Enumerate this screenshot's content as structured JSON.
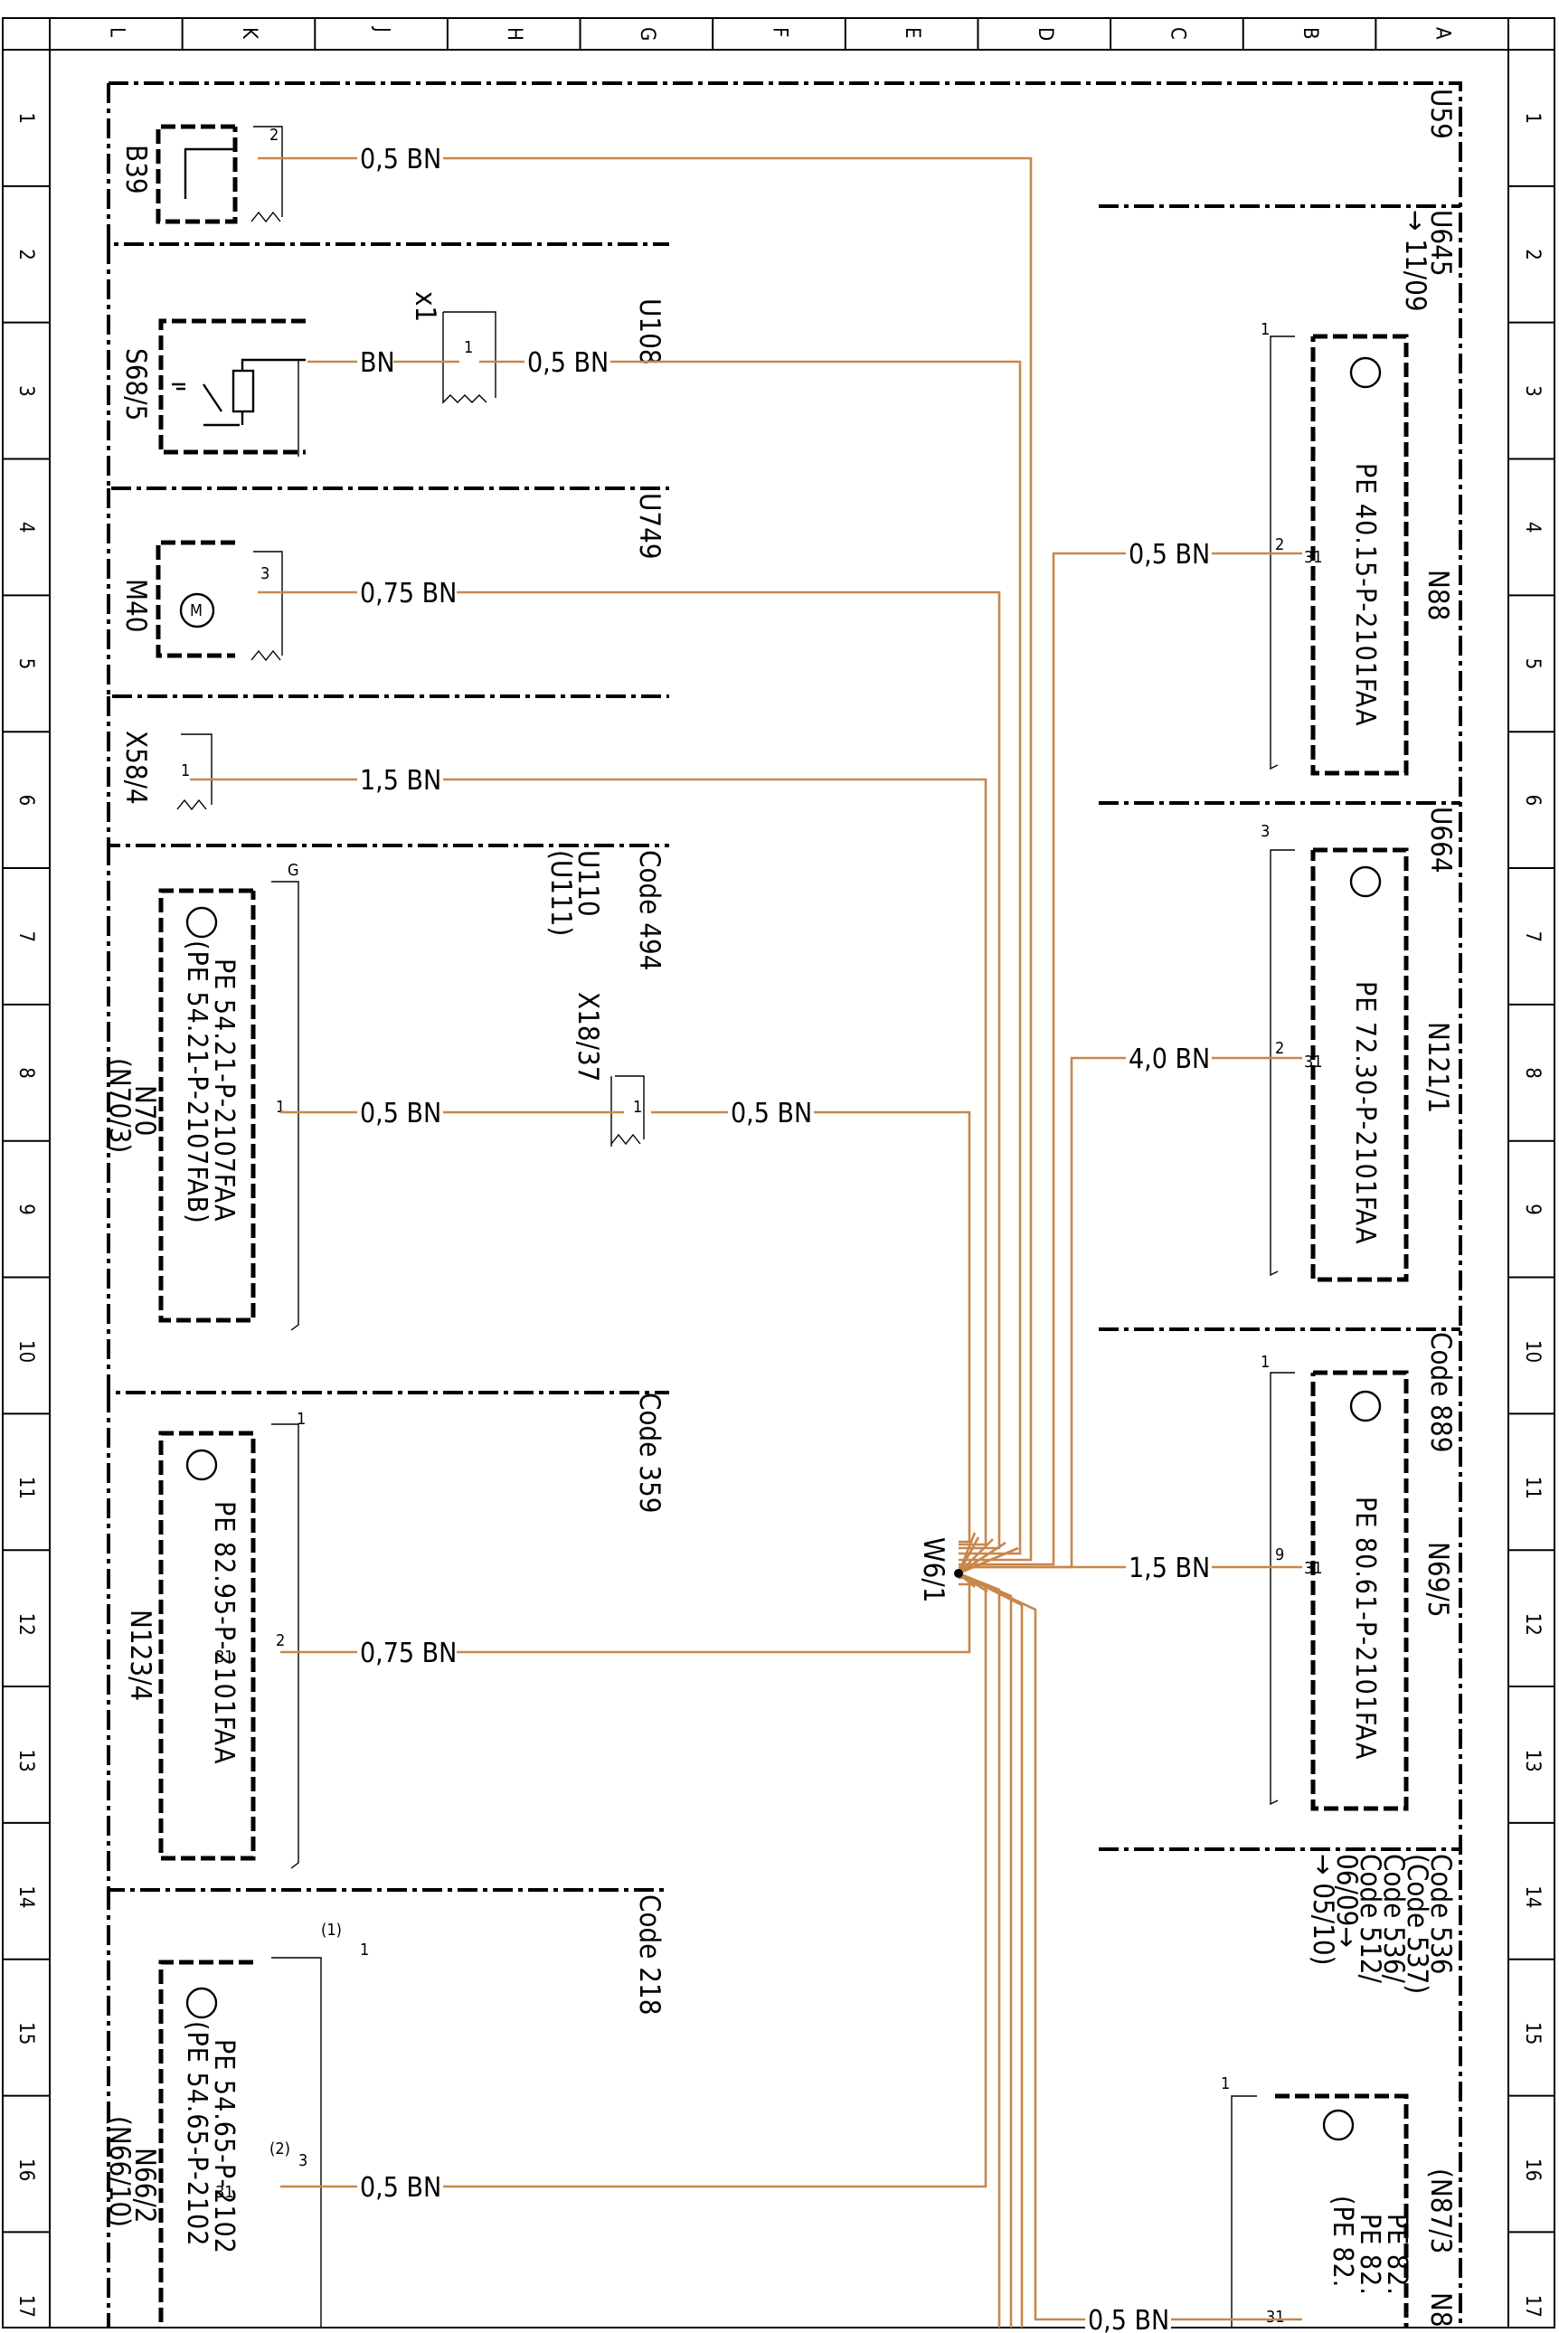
{
  "frame": {
    "column_letters": [
      "L",
      "K",
      "J",
      "H",
      "G",
      "F",
      "E",
      "D",
      "C",
      "B",
      "A"
    ],
    "row_numbers": [
      "1",
      "2",
      "3",
      "4",
      "5",
      "6",
      "7",
      "8",
      "9",
      "10",
      "11",
      "12",
      "13",
      "14",
      "15",
      "16",
      "17"
    ]
  },
  "connector": {
    "label": "W6/1"
  },
  "left_sections": [
    {
      "header": "U59",
      "component": "B39",
      "pin": "2",
      "wire": "0,5 BN"
    },
    {
      "header": "U108",
      "component": "S68/5",
      "wire_a": "BN",
      "connector": "x1",
      "connector_pin": "1",
      "wire": "0,5 BN"
    },
    {
      "header": "U749",
      "component": "M40",
      "pin": "3",
      "wire": "0,75 BN",
      "motor_symbol": "M"
    },
    {
      "component": "X58/4",
      "pin": "1",
      "wire": "1,5 BN"
    },
    {
      "header": "Code 494",
      "sub_a": "U110",
      "sub_b": "(U111)",
      "component": "N70",
      "component_alt": "(N70/3)",
      "ref_a": "PE 54.21-P-2107FAA",
      "ref_b": "(PE 54.21-P-2107FAB)",
      "pin": "1",
      "pin_label": "G",
      "wire": "0,5 BN",
      "connector": "X18/37",
      "connector_pin": "1",
      "wire_b": "0,5 BN"
    },
    {
      "header": "Code 359",
      "component": "N123/4",
      "ref_a": "PE 82.95-P-2101FAA",
      "pin": "2",
      "pin_top": "1",
      "pin_31": "31",
      "wire": "0,75 BN"
    },
    {
      "header": "Code 218",
      "component": "N66/2",
      "component_alt": "(N66/10)",
      "ref_a": "PE 54.65-P-2102",
      "ref_b": "(PE 54.65-P-2102",
      "pin": "3",
      "pin_top": "1",
      "pin_paren_top": "(1)",
      "pin_paren_bottom": "(2)",
      "pin_31": "31",
      "wire": "0,5 BN"
    }
  ],
  "right_sections": [
    {
      "header": "U645",
      "note": "→ 11/09"
    },
    {
      "component": "N88",
      "ref_a": "PE 40.15-P-2101FAA",
      "pin": "2",
      "pin_top": "1",
      "pin_31": "31",
      "wire": "0,5 BN"
    },
    {
      "header": "U664",
      "component": "N121/1",
      "ref_a": "PE 72.30-P-2101FAA",
      "pin": "2",
      "pin_top": "3",
      "pin_31": "31",
      "wire": "4,0 BN"
    },
    {
      "header": "Code 889",
      "component": "N69/5",
      "ref_a": "PE 80.61-P-2101FAA",
      "pin": "9",
      "pin_top": "1",
      "pin_31": "31",
      "wire": "1,5 BN"
    },
    {
      "header_lines": [
        "Code 536",
        "(Code 537)",
        "Code 536/",
        "Code 512/",
        "06/09→",
        "→ 05/10)"
      ],
      "component": "(N87/3",
      "component_b": "N8",
      "ref_a": "PE 82.",
      "ref_b": "PE 82.",
      "ref_c": "(PE 82.",
      "pin_top": "1",
      "pin_31": "31",
      "wire": "0,5 BN"
    }
  ]
}
